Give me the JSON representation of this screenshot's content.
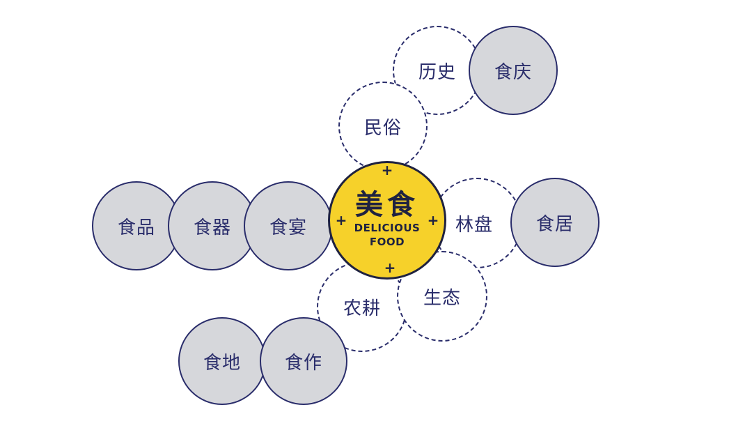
{
  "center": {
    "title": "美食",
    "subtitle_line1": "DELICIOUS",
    "subtitle_line2": "FOOD",
    "plus": "+"
  },
  "nodes": {
    "lishi": "历史",
    "shiqing": "食庆",
    "minsu": "民俗",
    "shipin": "食品",
    "shiqi": "食器",
    "shiyan": "食宴",
    "linpan": "林盘",
    "shiju": "食居",
    "nonggeng": "农耕",
    "shengtai": "生态",
    "shidi": "食地",
    "shizuo": "食作"
  },
  "colors": {
    "center_fill": "#f6d12a",
    "solid_fill": "#d6d7db",
    "stroke": "#2a2d6b"
  }
}
